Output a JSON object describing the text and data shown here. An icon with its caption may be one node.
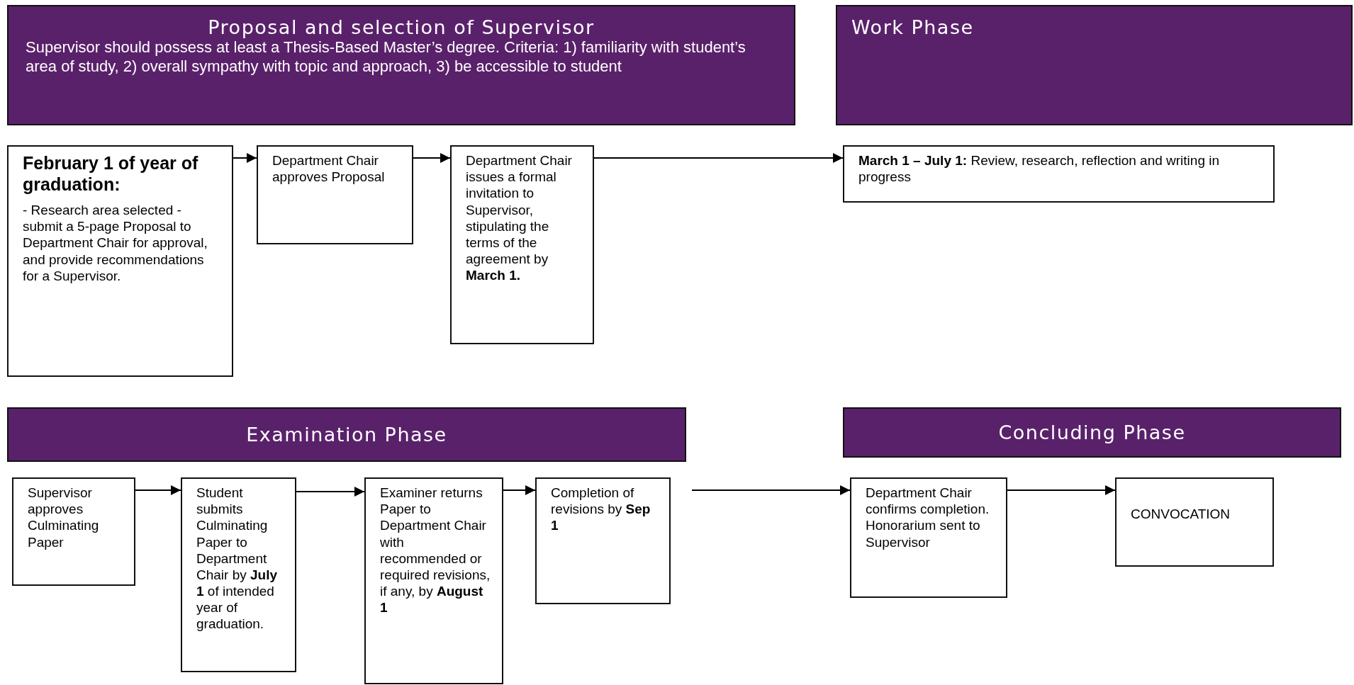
{
  "diagram": {
    "nodes": [
      {
        "text": [
          "Proposal and selection of Supervisor",
          "Supervisor should possess at least a Thesis-Based Master’s degree. Criteria: 1) familiarity with student’s area of study, 2) overall sympathy with topic and approach, 3) be accessible to student"
        ]
      },
      {
        "text": [
          "Work Phase"
        ]
      },
      {
        "text": [
          "Examination Phase"
        ]
      },
      {
        "text": [
          "Concluding Phase"
        ]
      },
      {
        "text": [
          "February 1 of year of graduation:",
          "- Research area selected - submit a 5-page Proposal to Department Chair for approval, and provide recommendations for a Supervisor."
        ]
      },
      {
        "text": [
          "Department Chair approves Proposal"
        ]
      },
      {
        "text": [
          "Department Chair issues a formal invitation to Supervisor, stipulating the terms of the agreement by **March 1.**"
        ]
      },
      {
        "text": [
          "**March 1 – July 1:** Review, research, reflection and writing in progress"
        ]
      },
      {
        "text": [
          "Supervisor approves Culminating Paper"
        ]
      },
      {
        "text": [
          "Student submits Culminating Paper to Department Chair by **July 1** of intended year of graduation."
        ]
      },
      {
        "text": [
          "Examiner returns Paper to Department Chair with recommended or required revisions, if any, by **August 1**"
        ]
      },
      {
        "text": [
          "Completion of revisions by **Sep 1**"
        ]
      },
      {
        "text": [
          "Department Chair confirms completion. Honorarium sent to Supervisor"
        ]
      },
      {
        "text": [
          "CONVOCATION"
        ]
      }
    ],
    "edges": [
      {
        "from": 4,
        "to": 5,
        "arrow": "to"
      },
      {
        "from": 5,
        "to": 6,
        "arrow": "to"
      },
      {
        "from": 6,
        "to": 7,
        "arrow": "to"
      },
      {
        "from": 8,
        "to": 9,
        "arrow": "to"
      },
      {
        "from": 9,
        "to": 10,
        "arrow": "to"
      },
      {
        "from": 10,
        "to": 11,
        "arrow": "to"
      },
      {
        "from": 11,
        "to": 12,
        "arrow": "to"
      },
      {
        "from": 12,
        "to": 13,
        "arrow": "to"
      }
    ]
  }
}
